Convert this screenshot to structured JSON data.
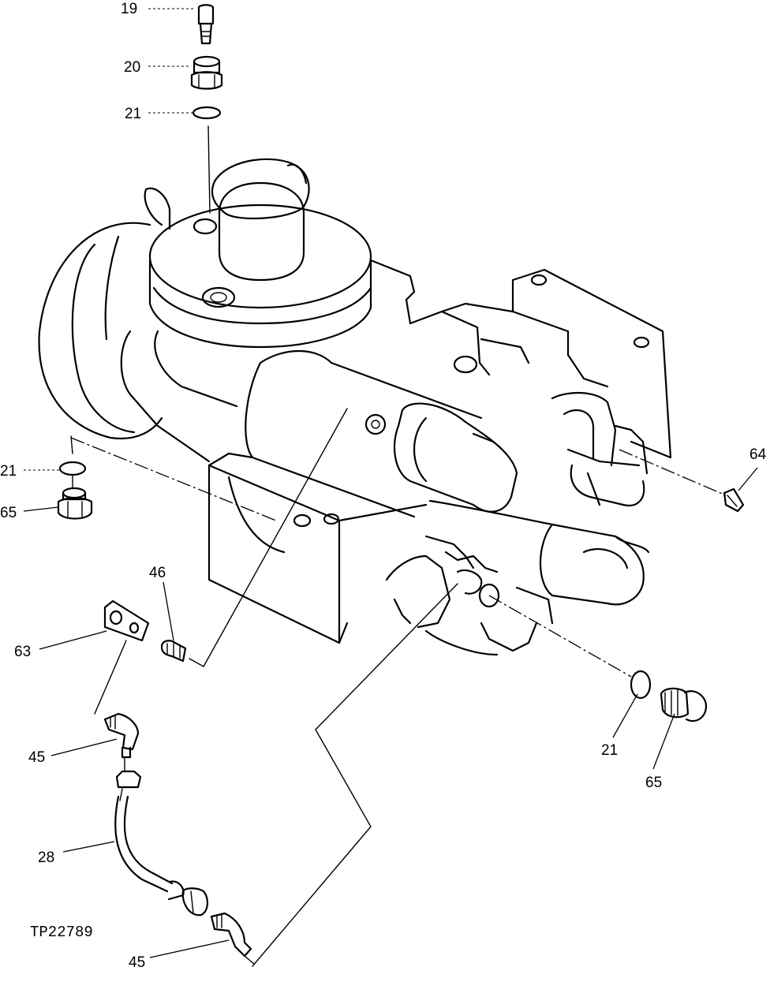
{
  "figure_code": "TP22789",
  "callouts": [
    {
      "id": "c19a",
      "text": "19"
    },
    {
      "id": "c20a",
      "text": "20"
    },
    {
      "id": "c21a",
      "text": "21"
    },
    {
      "id": "c21b",
      "text": "21"
    },
    {
      "id": "c65a",
      "text": "65"
    },
    {
      "id": "c64a",
      "text": "64"
    },
    {
      "id": "c46a",
      "text": "46"
    },
    {
      "id": "c63a",
      "text": "63"
    },
    {
      "id": "c45a",
      "text": "45"
    },
    {
      "id": "c28a",
      "text": "28"
    },
    {
      "id": "c45b",
      "text": "45"
    },
    {
      "id": "c21c",
      "text": "21"
    },
    {
      "id": "c65b",
      "text": "65"
    }
  ]
}
